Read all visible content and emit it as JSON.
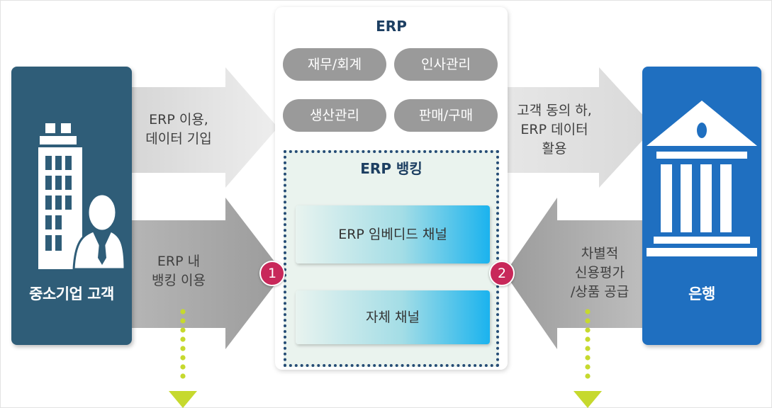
{
  "customer": {
    "label": "중소기업 고객"
  },
  "bank": {
    "label": "은행"
  },
  "erp": {
    "title": "ERP",
    "modules": [
      "재무/회계",
      "인사관리",
      "생산관리",
      "판매/구매"
    ],
    "banking": {
      "title": "ERP 뱅킹",
      "channels": [
        "ERP 임베디드 채널",
        "자체 채널"
      ],
      "badges": [
        "1",
        "2"
      ]
    }
  },
  "flows": {
    "customer_to_erp": [
      "ERP 이용,",
      "데이터 기입"
    ],
    "customer_to_banking": [
      "ERP 내",
      "뱅킹 이용"
    ],
    "erp_to_bank": [
      "고객 동의 하,",
      "ERP 데이터",
      "활용"
    ],
    "bank_to_banking": [
      "차별적",
      "신용평가",
      "/상품 공급"
    ]
  },
  "colors": {
    "customer_panel": "#2f5d78",
    "bank_panel": "#1f6fc0",
    "badge": "#c8285a",
    "dotted_arrow": "#c6d92e",
    "module_pill": "#9a9a9a"
  }
}
